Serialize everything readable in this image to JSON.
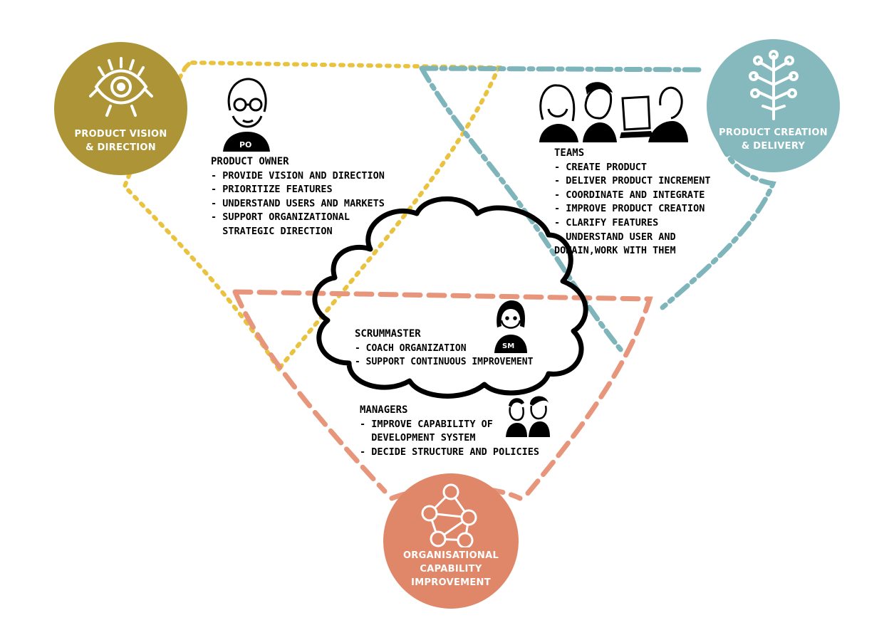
{
  "circles": {
    "vision": {
      "line1": "PRODUCT VISION",
      "line2": "& DIRECTION",
      "color": "#ad9537"
    },
    "creation": {
      "line1": "PRODUCT CREATION",
      "line2": "& DELIVERY",
      "color": "#86b9bd"
    },
    "org": {
      "line1": "ORGANISATIONAL",
      "line2": "CAPABILITY",
      "line3": "IMPROVEMENT",
      "color": "#e0876a"
    }
  },
  "roles": {
    "product_owner": {
      "title": "PRODUCT OWNER",
      "items": [
        "- PROVIDE VISION AND DIRECTION",
        "- PRIORITIZE FEATURES",
        "- UNDERSTAND USERS AND MARKETS",
        "- SUPPORT ORGANIZATIONAL",
        "  STRATEGIC DIRECTION"
      ],
      "badge": "PO"
    },
    "teams": {
      "title": "TEAMS",
      "items": [
        "- CREATE PRODUCT",
        "- DELIVER PRODUCT INCREMENT",
        "- COORDINATE AND INTEGRATE",
        "- IMPROVE PRODUCT CREATION",
        "- CLARIFY FEATURES",
        "- UNDERSTAND USER AND",
        "DOMAIN,WORK WITH THEM"
      ]
    },
    "scrummaster": {
      "title": "SCRUMMASTER",
      "items": [
        "- COACH ORGANIZATION",
        "- SUPPORT CONTINUOUS IMPROVEMENT"
      ],
      "badge": "SM"
    },
    "managers": {
      "title": "MANAGERS",
      "items": [
        "- IMPROVE CAPABILITY OF",
        "  DEVELOPMENT SYSTEM",
        "- DECIDE STRUCTURE AND POLICIES"
      ]
    }
  },
  "colors": {
    "yellow": "#e9c33f",
    "teal": "#7eb5bb",
    "salmon": "#e7967c",
    "ink": "#000000"
  },
  "icons": [
    "eye-icon",
    "tree-icon",
    "people-network-icon",
    "product-owner-portrait-icon",
    "team-portraits-icon",
    "scrummaster-portrait-icon",
    "managers-portrait-icon",
    "cloud-shape"
  ]
}
